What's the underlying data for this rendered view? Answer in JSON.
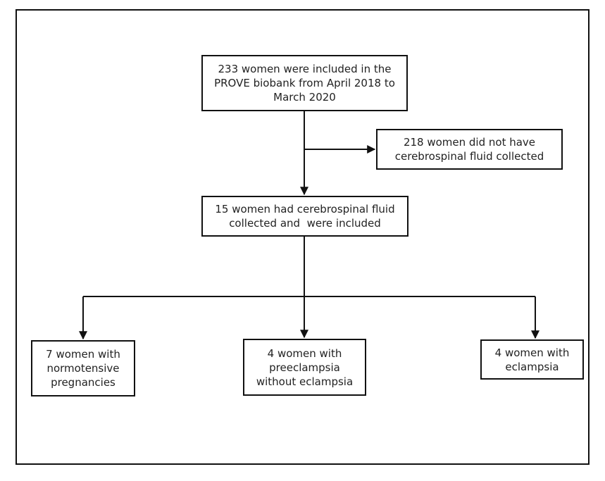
{
  "flowchart": {
    "start": {
      "lines": [
        "233 women were included in the",
        "PROVE biobank from April 2018 to",
        "March 2020"
      ]
    },
    "exclusion": {
      "lines": [
        "218 women did not have",
        "cerebrospinal fluid collected"
      ]
    },
    "included": {
      "lines": [
        "15 women had cerebrospinal fluid",
        "collected and  were included"
      ]
    },
    "groups": [
      {
        "lines": [
          "7 women with",
          "normotensive",
          "pregnancies"
        ]
      },
      {
        "lines": [
          "4 women with",
          "preeclampsia",
          "without eclampsia"
        ]
      },
      {
        "lines": [
          "4 women with",
          "eclampsia"
        ]
      }
    ]
  },
  "colors": {
    "border": "#111111",
    "text": "#222222",
    "background": "#ffffff"
  }
}
